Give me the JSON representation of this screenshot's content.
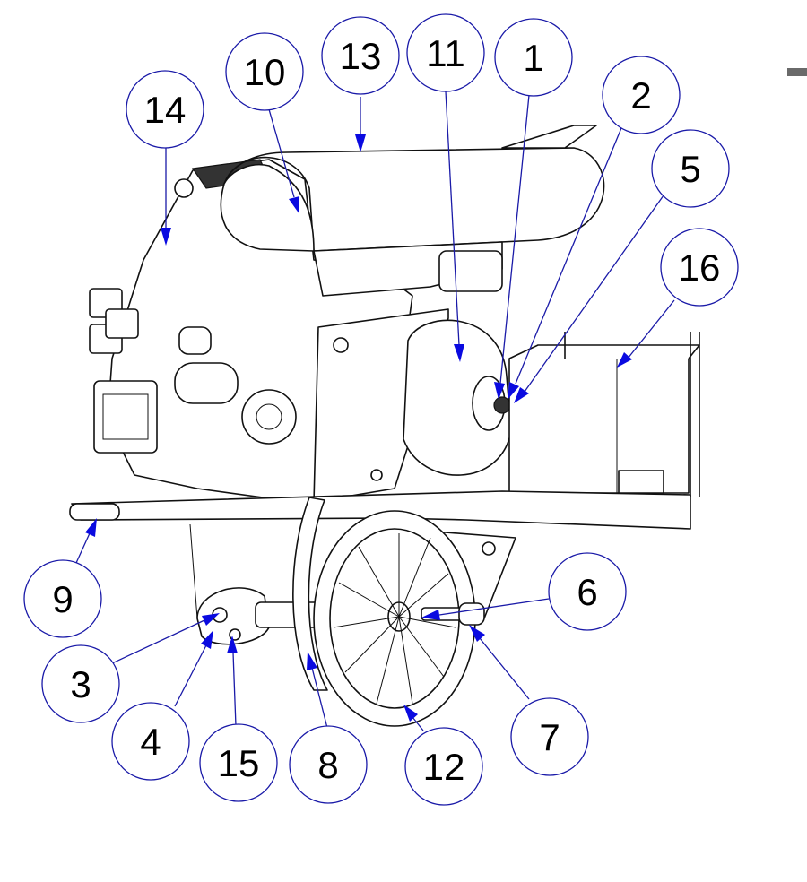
{
  "callouts": [
    {
      "label": "1"
    },
    {
      "label": "2"
    },
    {
      "label": "3"
    },
    {
      "label": "4"
    },
    {
      "label": "5"
    },
    {
      "label": "6"
    },
    {
      "label": "7"
    },
    {
      "label": "8"
    },
    {
      "label": "9"
    },
    {
      "label": "10"
    },
    {
      "label": "11"
    },
    {
      "label": "12"
    },
    {
      "label": "13"
    },
    {
      "label": "14"
    },
    {
      "label": "15"
    },
    {
      "label": "16"
    }
  ],
  "colors": {
    "callout_outline": "#1a1aa8",
    "arrow": "#0a0ae0",
    "line_art": "#111111",
    "background": "#ffffff"
  }
}
